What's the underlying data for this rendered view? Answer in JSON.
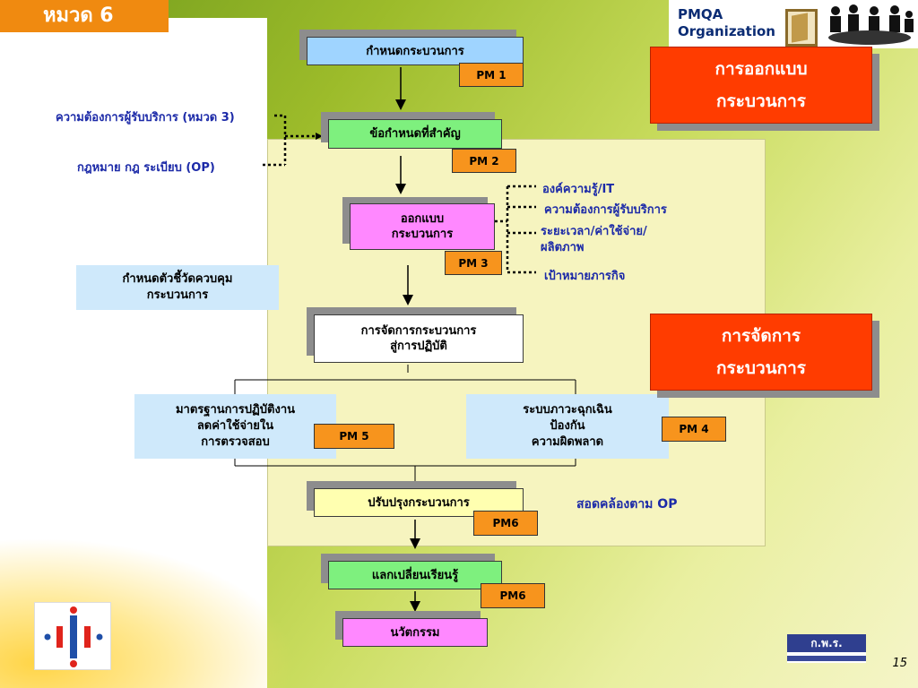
{
  "header": {
    "category_tag": "หมวด 6",
    "pmqa_line1": "PMQA",
    "pmqa_line2": "Organization"
  },
  "flow": {
    "define_process": "กำหนดกระบวนการ",
    "key_requirements": "ข้อกำหนดที่สำคัญ",
    "design_line1": "ออกแบบ",
    "design_line2": "กระบวนการ",
    "implementation_line1": "การจัดการกระบวนการ",
    "implementation_line2": "สู่การปฏิบัติ",
    "improve_process": "ปรับปรุงกระบวนการ",
    "knowledge_sharing": "แลกเปลี่ยนเรียนรู้",
    "innovation": "นวัตกรรม"
  },
  "pm_labels": {
    "pm1": "PM 1",
    "pm2": "PM 2",
    "pm3": "PM 3",
    "pm4": "PM 4",
    "pm5": "PM  5",
    "pm6a": "PM6",
    "pm6b": "PM6"
  },
  "branches": {
    "standards_line1": "มาตรฐานการปฏิบัติงาน",
    "standards_line2": "ลดค่าใช้จ่ายใน",
    "standards_line3": "การตรวจสอบ",
    "emergency_line1": "ระบบภาวะฉุกเฉิน",
    "emergency_line2": "ป้องกัน",
    "emergency_line3": "ความผิดพลาด",
    "control_indicators_line1": "กำหนดตัวชี้วัดควบคุม",
    "control_indicators_line2": "กระบวนการ"
  },
  "inputs": {
    "customer_needs": "ความต้องการผู้รับบริการ (หมวด 3)",
    "laws_regulations": "กฎหมาย กฎ ระเบียบ (OP)"
  },
  "design_factors": {
    "knowledge_it": "องค์ความรู้/IT",
    "customer_needs": "ความต้องการผู้รับบริการ",
    "time_cost_line1": "ระยะเวลา/ค่าใช้จ่าย/",
    "time_cost_line2": "ผลิตภาพ",
    "mission_goals": "เป้าหมายภารกิจ"
  },
  "callouts": {
    "process_design_line1": "การออกแบบ",
    "process_design_line2": "กระบวนการ",
    "process_management_line1": "การจัดการ",
    "process_management_line2": "กระบวนการ",
    "aligned_op": "สอดคล้องตาม OP"
  },
  "logos": {
    "ocsc": "ก.พ.ร."
  },
  "page_number": "15",
  "colors": {
    "category_tag": "#f08a10",
    "pm_badge": "#f7941d",
    "callout_red": "#ff3c00",
    "box_blue": "#cfe9fb",
    "box_green": "#7ef07e",
    "box_pink": "#ff88ff",
    "box_yellow": "#ffffb0",
    "text_blue": "#1c2aa8"
  }
}
